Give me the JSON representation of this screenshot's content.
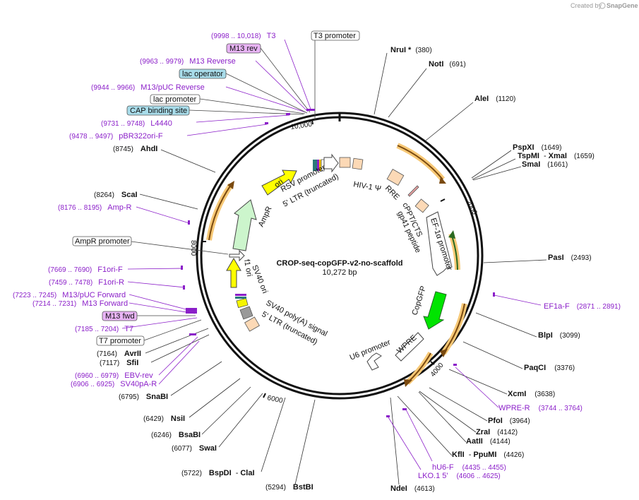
{
  "title": "CROP-seq-copGFP-v2-no-scaffold",
  "length_label": "10,272 bp",
  "credit_prefix": "Created by",
  "credit_brand": "SnapGene",
  "ring_ticks": [
    "2000",
    "4000",
    "6000",
    "8000",
    "10,000"
  ],
  "colors": {
    "primer": "#8b1fc9",
    "feature_yellow": "#ffff00",
    "feature_green": "#00e400",
    "feature_lightgreen": "#ccf5cc",
    "feature_peach": "#fcd9b6",
    "orange_track": "#f7c977",
    "box_purple": "#e8b4f5",
    "box_teal": "#a8dcea"
  },
  "enzymes": [
    {
      "name": "NruI *",
      "pos": "(380)"
    },
    {
      "name": "NotI",
      "pos": "(691)"
    },
    {
      "name": "AleI",
      "pos": "(1120)"
    },
    {
      "name": "PspXI",
      "pos": "(1649)"
    },
    {
      "name": "TspMI",
      "sep": "-",
      "name2": "XmaI",
      "pos": "(1659)"
    },
    {
      "name": "SmaI",
      "pos": "(1661)"
    },
    {
      "name": "PasI",
      "pos": "(2493)"
    },
    {
      "name": "BlpI",
      "pos": "(3099)"
    },
    {
      "name": "PaqCI",
      "pos": "(3376)"
    },
    {
      "name": "XcmI",
      "pos": "(3638)"
    },
    {
      "name": "PfoI",
      "pos": "(3964)"
    },
    {
      "name": "ZraI",
      "pos": "(4142)"
    },
    {
      "name": "AatII",
      "pos": "(4144)"
    },
    {
      "name": "KflI",
      "sep": "-",
      "name2": "PpuMI",
      "pos": "(4426)"
    },
    {
      "name": "NdeI",
      "pos": "(4613)"
    },
    {
      "name": "BstBI",
      "pos": "(5294)"
    },
    {
      "name": "BspDI",
      "sep": "-",
      "name2": "ClaI",
      "pos": "(5722)"
    },
    {
      "name": "SwaI",
      "pos": "(6077)"
    },
    {
      "name": "BsaBI",
      "pos": "(6246)"
    },
    {
      "name": "NsiI",
      "pos": "(6429)"
    },
    {
      "name": "SnaBI",
      "pos": "(6795)"
    },
    {
      "name": "SfiI",
      "pos": "(7117)"
    },
    {
      "name": "AvrII",
      "pos": "(7164)"
    },
    {
      "name": "ScaI",
      "pos": "(8264)"
    },
    {
      "name": "AhdI",
      "pos": "(8745)"
    }
  ],
  "primers": [
    {
      "name": "T3",
      "pos": "(9998 .. 10,018)"
    },
    {
      "name": "M13 Reverse",
      "pos": "(9963 .. 9979)"
    },
    {
      "name": "M13/pUC Reverse",
      "pos": "(9944 .. 9966)"
    },
    {
      "name": "L4440",
      "pos": "(9731 .. 9748)"
    },
    {
      "name": "pBR322ori-F",
      "pos": "(9478 .. 9497)"
    },
    {
      "name": "Amp-R",
      "pos": "(8176 .. 8195)"
    },
    {
      "name": "F1ori-F",
      "pos": "(7669 .. 7690)"
    },
    {
      "name": "F1ori-R",
      "pos": "(7459 .. 7478)"
    },
    {
      "name": "M13/pUC Forward",
      "pos": "(7223 .. 7245)"
    },
    {
      "name": "M13 Forward",
      "pos": "(7214 .. 7231)"
    },
    {
      "name": "T7",
      "pos": "(7185 .. 7204)"
    },
    {
      "name": "EBV-rev",
      "pos": "(6960 .. 6979)"
    },
    {
      "name": "SV40pA-R",
      "pos": "(6906 .. 6925)"
    },
    {
      "name": "EF1a-F",
      "pos": "(2871 .. 2891)"
    },
    {
      "name": "WPRE-R",
      "pos": "(3744 .. 3764)"
    },
    {
      "name": "hU6-F",
      "pos": "(4435 .. 4455)"
    },
    {
      "name": "LKO.1 5'",
      "pos": "(4606 .. 4625)"
    }
  ],
  "boxed_labels": [
    {
      "name": "T3 promoter",
      "style": "white"
    },
    {
      "name": "M13 rev",
      "style": "purple"
    },
    {
      "name": "lac operator",
      "style": "teal"
    },
    {
      "name": "lac promoter",
      "style": "white"
    },
    {
      "name": "CAP binding site",
      "style": "teal"
    },
    {
      "name": "AmpR promoter",
      "style": "white"
    },
    {
      "name": "M13 fwd",
      "style": "purple"
    },
    {
      "name": "T7 promoter",
      "style": "white"
    }
  ],
  "features": {
    "rsv_promoter": "RSV promoter",
    "ltr5_top": "5' LTR (truncated)",
    "hiv_psi": "HIV-1 Ψ",
    "rre": "RRE",
    "cppt": "cPPT/CTS",
    "gp41": "gp41 peptide",
    "ef1a": "EF-1α promoter",
    "copgfp": "CopGFP",
    "wpre": "WPRE",
    "u6": "U6 promoter",
    "ltr5_bottom_1": "5' LTR (truncated)",
    "sv40_polya": "SV40 poly(A) signal",
    "sv40_ori": "SV40 ori",
    "f1_ori": "f1 ori",
    "ampr": "AmpR",
    "ori": "ori"
  }
}
